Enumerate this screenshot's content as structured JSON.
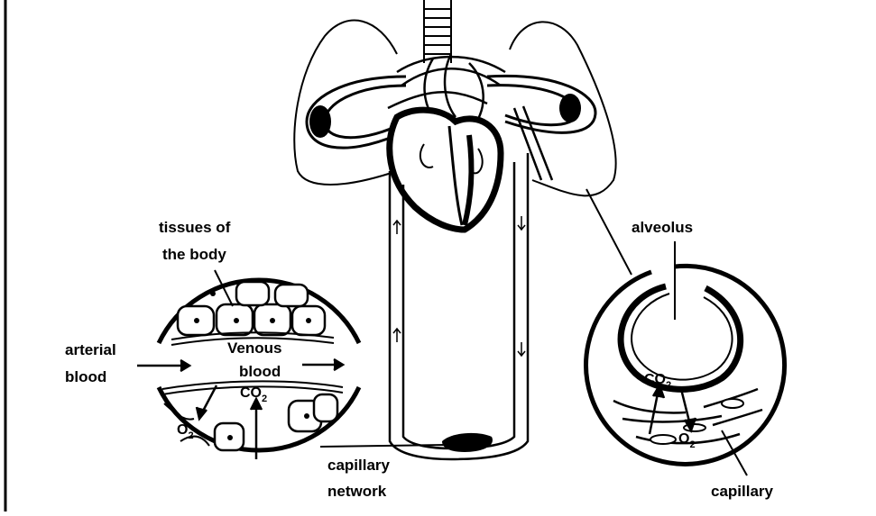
{
  "labels": {
    "tissues_line1": "tissues of",
    "tissues_line2": "the body",
    "arterial_line1": "arterial",
    "arterial_line2": "blood",
    "venous_line1": "Venous",
    "venous_line2": "blood",
    "capillary_network_line1": "capillary",
    "capillary_network_line2": "network",
    "alveolus": "alveolus",
    "capillary": "capillary"
  },
  "chemicals": {
    "carbon_dioxide": {
      "base": "CO",
      "sub": "2"
    },
    "oxygen": {
      "base": "O",
      "sub": "2"
    }
  },
  "colors": {
    "ink": "#000000",
    "paper": "#ffffff"
  }
}
